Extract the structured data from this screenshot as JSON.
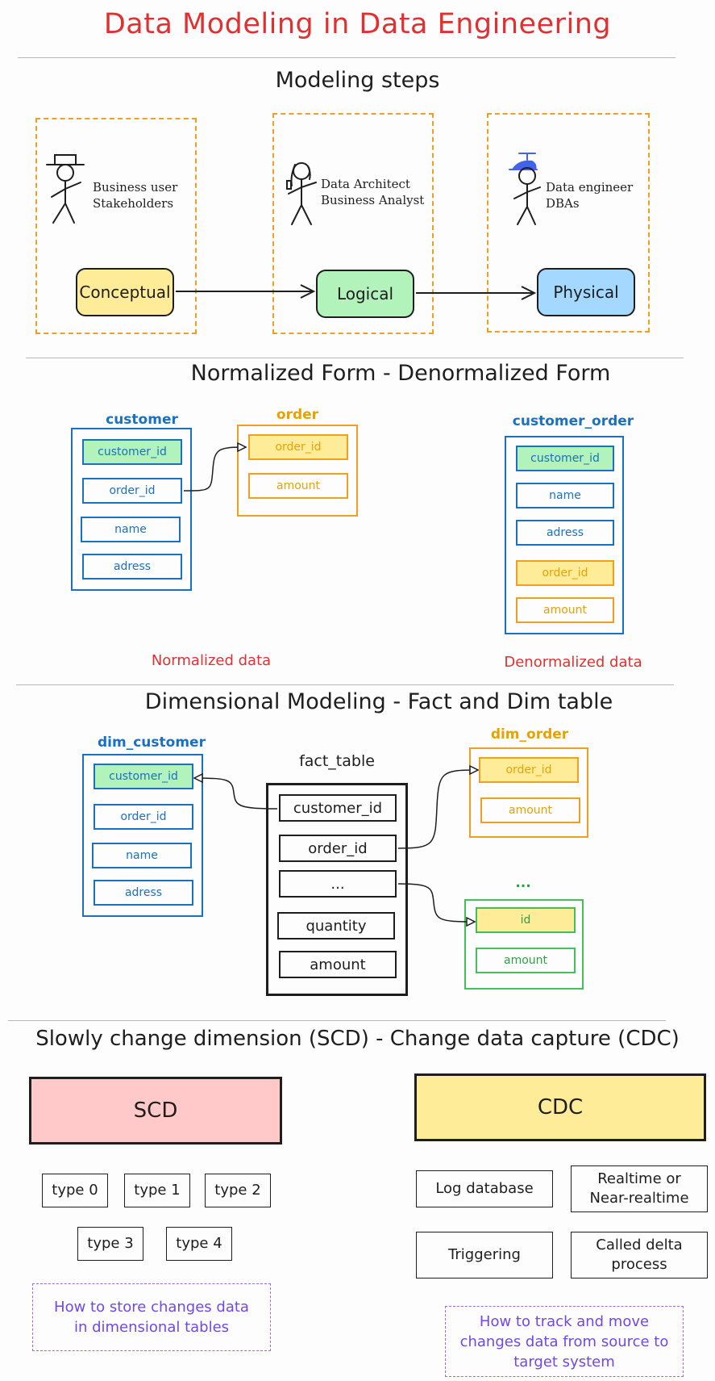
{
  "title": "Data Modeling in Data Engineering",
  "sections": {
    "modeling_steps": "Modeling steps",
    "normal_forms": "Normalized Form - Denormalized Form",
    "dimensional": "Dimensional Modeling - Fact and Dim table",
    "scd_cdc": "Slowly change dimension (SCD) - Change data capture (CDC)"
  },
  "steps": {
    "conceptual": {
      "label": "Conceptual",
      "roles": [
        "Business user",
        "Stakeholders"
      ]
    },
    "logical": {
      "label": "Logical",
      "roles": [
        "Data Architect",
        "Business Analyst"
      ]
    },
    "physical": {
      "label": "Physical",
      "roles": [
        "Data engineer",
        "DBAs"
      ]
    }
  },
  "normalized": {
    "customer": {
      "name": "customer",
      "fields": [
        "customer_id",
        "order_id",
        "name",
        "adress"
      ]
    },
    "order": {
      "name": "order",
      "fields": [
        "order_id",
        "amount"
      ]
    },
    "caption": "Normalized data"
  },
  "denormalized": {
    "customer_order": {
      "name": "customer_order",
      "fields": [
        "customer_id",
        "name",
        "adress",
        "order_id",
        "amount"
      ]
    },
    "caption": "Denormalized data"
  },
  "dimensional": {
    "dim_customer": {
      "name": "dim_customer",
      "fields": [
        "customer_id",
        "order_id",
        "name",
        "adress"
      ]
    },
    "fact_table": {
      "name": "fact_table",
      "fields": [
        "customer_id",
        "order_id",
        "...",
        "quantity",
        "amount"
      ]
    },
    "dim_order": {
      "name": "dim_order",
      "fields": [
        "order_id",
        "amount"
      ]
    },
    "dim_other": {
      "name": "...",
      "fields": [
        "id",
        "amount"
      ]
    }
  },
  "scd": {
    "label": "SCD",
    "types": [
      "type 0",
      "type 1",
      "type 2",
      "type 3",
      "type 4"
    ],
    "note": [
      "How to store changes data",
      "in dimensional tables"
    ]
  },
  "cdc": {
    "label": "CDC",
    "methods": [
      "Log database",
      "Realtime or Near-realtime",
      "Triggering",
      "Called delta process"
    ],
    "note": [
      "How to track and move",
      "changes data from source to",
      "target system"
    ]
  },
  "colors": {
    "title": "#e03131",
    "conceptual": "#ffec99",
    "logical": "#b2f2bb",
    "physical": "#a5d8ff",
    "scd": "#ffc9c9",
    "cdc": "#ffec99",
    "blue": "#1971c2",
    "orange": "#f0a020",
    "green": "#40c057",
    "purple": "#7048e8"
  },
  "icons": [
    "stick-figure-hat-icon",
    "stick-figure-ponytail-icon",
    "stick-figure-propeller-cap-icon"
  ]
}
